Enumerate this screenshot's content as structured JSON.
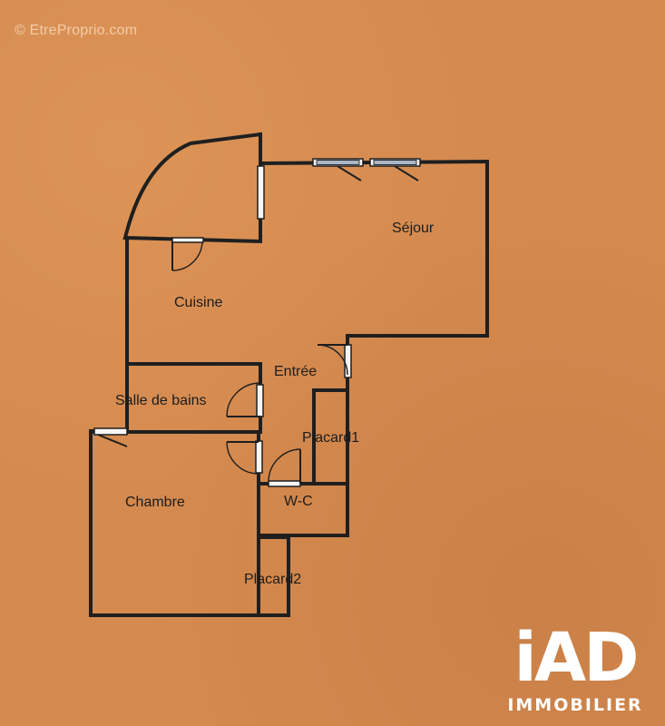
{
  "watermark": "© EtreProprio.com",
  "rooms": {
    "sejour": "Séjour",
    "cuisine": "Cuisine",
    "entree": "Entrée",
    "salle_de_bains": "Salle de bains",
    "placard1": "Placard1",
    "wc": "W-C",
    "chambre": "Chambre",
    "placard2": "Placard2"
  },
  "logo": {
    "mark": "iAD",
    "subtitle": "IMMOBILIER"
  },
  "colors": {
    "background": "#d58a4f",
    "walls": "#1f1f1f",
    "logo": "#ffffff"
  }
}
